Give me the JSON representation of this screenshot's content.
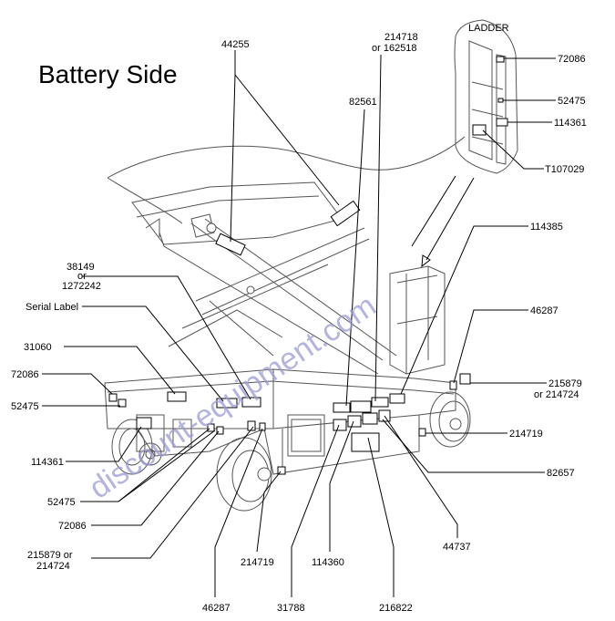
{
  "title": "Battery Side",
  "ladder_label": "LADDER",
  "watermark": "discount-equipment.com",
  "labels": {
    "l44255": "44255",
    "l214718a": "214718",
    "l214718b": "or 162518",
    "l82561": "82561",
    "l72086_ladder": "72086",
    "l52475_ladder": "52475",
    "l114361_ladder": "114361",
    "lT107029": "T107029",
    "l114385": "114385",
    "l38149a": "38149",
    "l38149b": "or",
    "l38149c": "1272242",
    "lserial": "Serial Label",
    "l31060": "31060",
    "l72086_left": "72086",
    "l52475_left": "52475",
    "l46287_right": "46287",
    "l215879_right_a": "215879",
    "l215879_right_b": "or 214724",
    "l214719_right": "214719",
    "l82657": "82657",
    "l114361_left": "114361",
    "l52475_bottom": "52475",
    "l72086_bottom": "72086",
    "l215879_left_a": "215879 or",
    "l215879_left_b": "214724",
    "l214719_bottom": "214719",
    "l114360": "114360",
    "l44737": "44737",
    "l46287_bottom": "46287",
    "l31788": "31788",
    "l216822": "216822"
  }
}
